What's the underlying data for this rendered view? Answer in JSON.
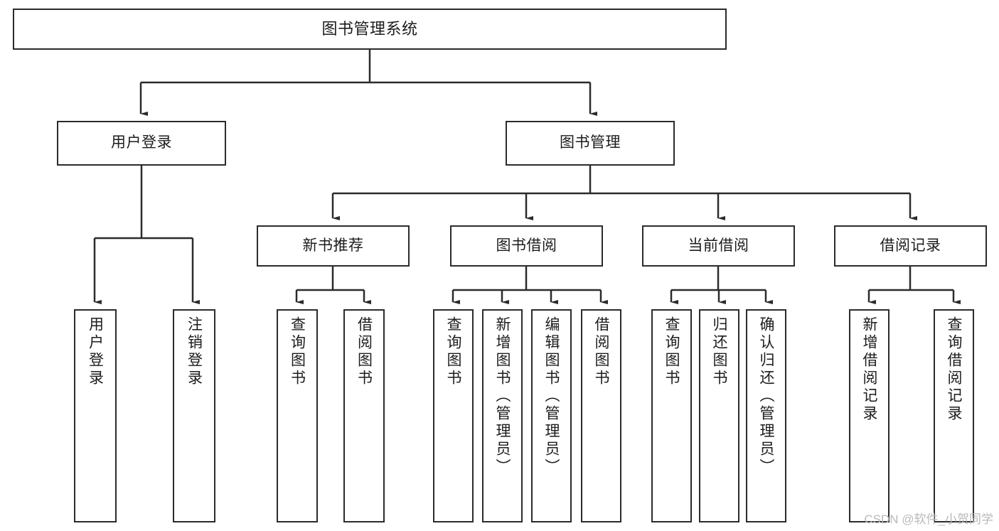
{
  "diagram": {
    "title": "图书管理系统",
    "type": "tree-hierarchy-chart",
    "watermark": "CSDN @软件_小贺同学",
    "colors": {
      "stroke": "#2b2b2b",
      "background": "#ffffff",
      "text": "#1c1c1c",
      "watermark": "#b9b9b9"
    }
  },
  "nodes": {
    "root": {
      "label": "图书管理系统"
    },
    "level2": [
      {
        "id": "user-login",
        "label": "用户登录"
      },
      {
        "id": "book-manage",
        "label": "图书管理"
      }
    ],
    "level3": [
      {
        "id": "new-book-recommend",
        "label": "新书推荐"
      },
      {
        "id": "book-borrow",
        "label": "图书借阅"
      },
      {
        "id": "current-borrow",
        "label": "当前借阅"
      },
      {
        "id": "borrow-record",
        "label": "借阅记录"
      }
    ],
    "leaves": {
      "user_login": [
        {
          "id": "leaf-user-login",
          "label": "用户登录"
        },
        {
          "id": "leaf-logout",
          "label": "注销登录"
        }
      ],
      "new_book_recommend": [
        {
          "id": "leaf-query-book-1",
          "label": "查询图书"
        },
        {
          "id": "leaf-borrow-book-1",
          "label": "借阅图书"
        }
      ],
      "book_borrow": [
        {
          "id": "leaf-query-book-2",
          "label": "查询图书"
        },
        {
          "id": "leaf-add-book",
          "label": "新增图书（管理员）"
        },
        {
          "id": "leaf-edit-book",
          "label": "编辑图书（管理员）"
        },
        {
          "id": "leaf-borrow-book-2",
          "label": "借阅图书"
        }
      ],
      "current_borrow": [
        {
          "id": "leaf-query-book-3",
          "label": "查询图书"
        },
        {
          "id": "leaf-return-book",
          "label": "归还图书"
        },
        {
          "id": "leaf-confirm-return",
          "label": "确认归还（管理员）"
        }
      ],
      "borrow_record": [
        {
          "id": "leaf-add-record",
          "label": "新增借阅记录"
        },
        {
          "id": "leaf-query-record",
          "label": "查询借阅记录"
        }
      ]
    }
  }
}
